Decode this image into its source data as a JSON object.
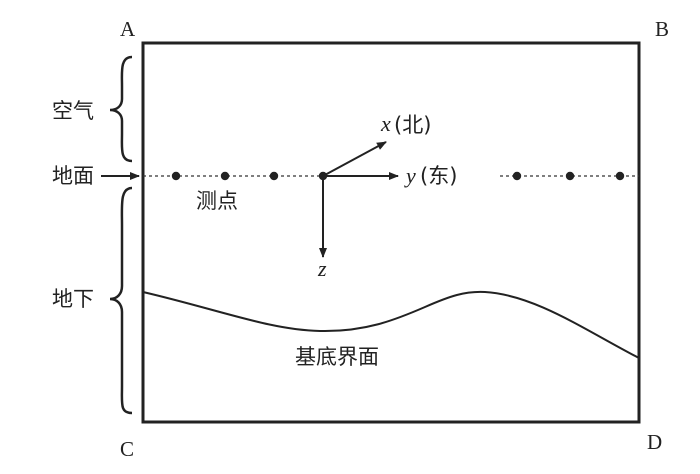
{
  "corners": {
    "a": "A",
    "b": "B",
    "c": "C",
    "d": "D"
  },
  "regions": {
    "air": "空气",
    "ground": "地面",
    "underground": "地下"
  },
  "survey_point_label": "测点",
  "axes": {
    "x": {
      "symbol": "x",
      "direction": "(北)"
    },
    "y": {
      "symbol": "y",
      "direction": "(东)"
    },
    "z": {
      "symbol": "z"
    }
  },
  "basement_label": "基底界面"
}
